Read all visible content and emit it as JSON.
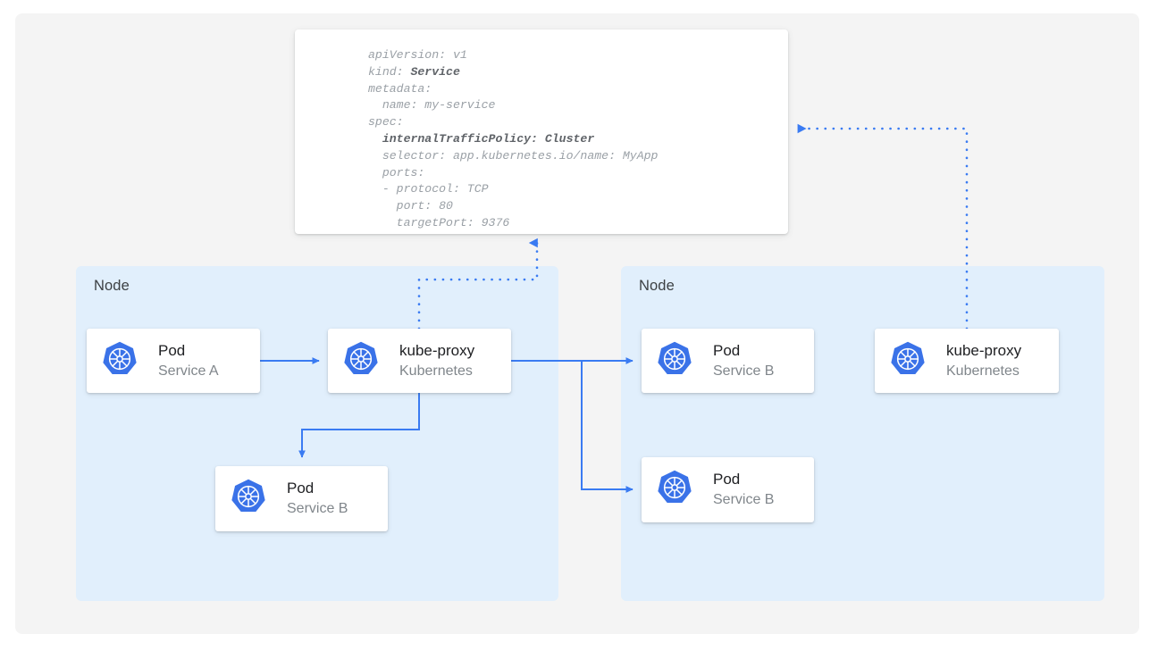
{
  "diagram": {
    "title": "Kubernetes internalTrafficPolicy Cluster traffic routing",
    "canvas_background": "#f4f4f4",
    "accent_color": "#3a7bf2",
    "node_background": "#e1effc",
    "card_background": "#ffffff"
  },
  "manifest": {
    "name": "service-manifest",
    "lines": [
      {
        "text": "apiVersion: v1",
        "bold": false
      },
      {
        "text": "kind: ",
        "bold_tail": "Service"
      },
      {
        "text": "metadata:",
        "bold": false
      },
      {
        "text": "  name: my-service",
        "bold": false
      },
      {
        "text": "spec:",
        "bold": false
      },
      {
        "text": "  internalTrafficPolicy: Cluster",
        "bold": true
      },
      {
        "text": "  selector: app.kubernetes.io/name: MyApp",
        "bold": false
      },
      {
        "text": "  ports:",
        "bold": false
      },
      {
        "text": "  - protocol: TCP",
        "bold": false
      },
      {
        "text": "    port: 80",
        "bold": false
      },
      {
        "text": "    targetPort: 9376",
        "bold": false
      }
    ],
    "raw": "apiVersion: v1\nkind: Service\nmetadata:\n  name: my-service\nspec:\n  internalTrafficPolicy: Cluster\n  selector: app.kubernetes.io/name: MyApp\n  ports:\n  - protocol: TCP\n    port: 80\n    targetPort: 9376"
  },
  "nodes": [
    {
      "label": "Node"
    },
    {
      "label": "Node"
    }
  ],
  "cards": {
    "pod_a": {
      "title": "Pod",
      "subtitle": "Service A",
      "icon": "kubernetes-logo"
    },
    "kubeproxy_a": {
      "title": "kube-proxy",
      "subtitle": "Kubernetes",
      "icon": "kubernetes-logo"
    },
    "pod_b_left": {
      "title": "Pod",
      "subtitle": "Service B",
      "icon": "kubernetes-logo"
    },
    "pod_b_right1": {
      "title": "Pod",
      "subtitle": "Service B",
      "icon": "kubernetes-logo"
    },
    "pod_b_right2": {
      "title": "Pod",
      "subtitle": "Service B",
      "icon": "kubernetes-logo"
    },
    "kubeproxy_b": {
      "title": "kube-proxy",
      "subtitle": "Kubernetes",
      "icon": "kubernetes-logo"
    }
  },
  "connectors": [
    {
      "name": "pod-a-to-kubeproxy-a",
      "style": "solid",
      "arrow": true
    },
    {
      "name": "kubeproxy-a-to-pod-b-left",
      "style": "solid",
      "arrow": true
    },
    {
      "name": "kubeproxy-a-to-pod-b-right1",
      "style": "solid",
      "arrow": true
    },
    {
      "name": "kubeproxy-a-to-pod-b-right2",
      "style": "solid",
      "arrow": true
    },
    {
      "name": "kubeproxy-a-to-manifest",
      "style": "dotted",
      "arrow": true
    },
    {
      "name": "kubeproxy-b-to-manifest",
      "style": "dotted",
      "arrow": true
    }
  ]
}
